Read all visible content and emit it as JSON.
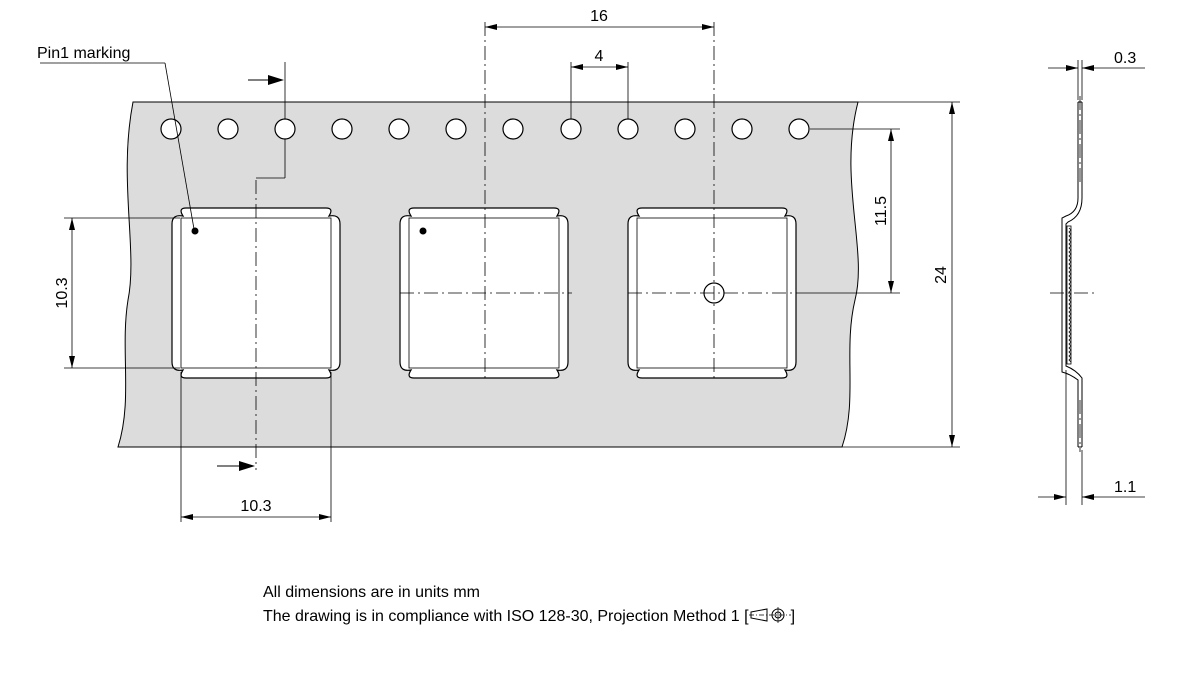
{
  "labels": {
    "pin1": "Pin1 marking",
    "pitch": "16",
    "hole_pitch": "4",
    "tape_width": "24",
    "hole_to_center": "11.5",
    "pocket_height": "10.3",
    "pocket_width": "10.3",
    "thickness_tape": "0.3",
    "thickness_pocket": "1.1"
  },
  "notes": {
    "units": "All dimensions are in units mm",
    "compliance_prefix": "The drawing is in compliance with ISO 128-30, Projection Method 1 [",
    "compliance_suffix": "]"
  },
  "colors": {
    "tape": "#dcdcdc",
    "line": "#000000"
  }
}
